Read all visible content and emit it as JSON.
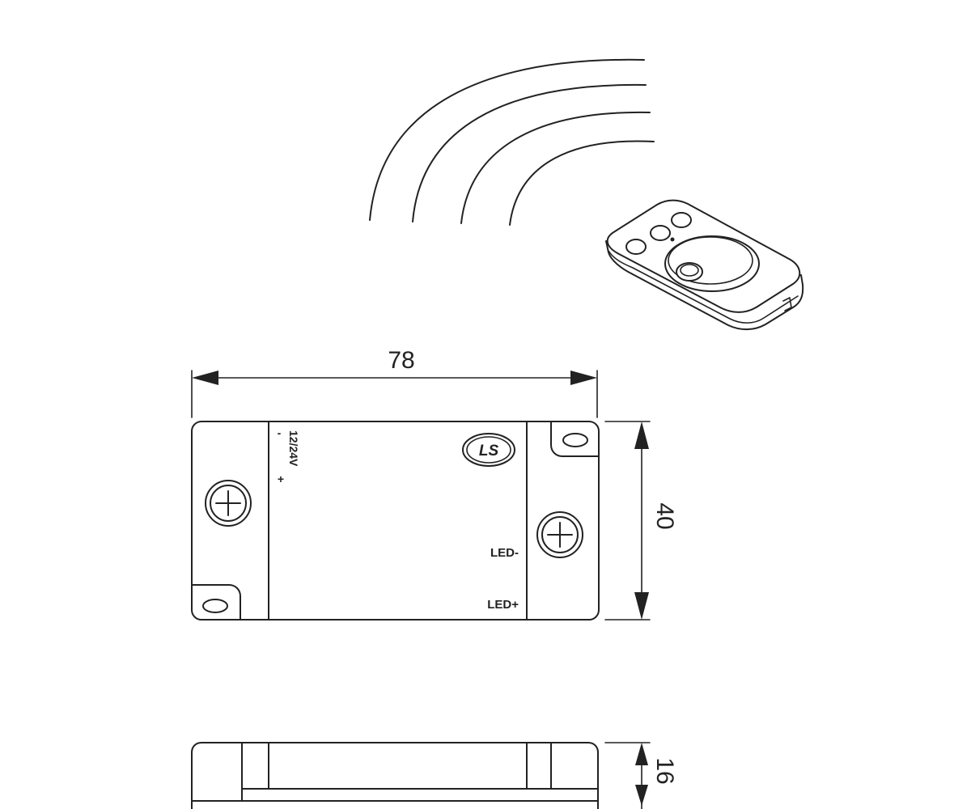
{
  "dimensions": {
    "width": "78",
    "height": "40",
    "depth": "16"
  },
  "labels": {
    "voltage": "12/24V",
    "minus": "-",
    "plus": "+",
    "led_minus": "LED-",
    "led_plus": "LED+"
  },
  "logo": {
    "text": "LS"
  },
  "colors": {
    "line": "#222222",
    "background": "#ffffff"
  }
}
